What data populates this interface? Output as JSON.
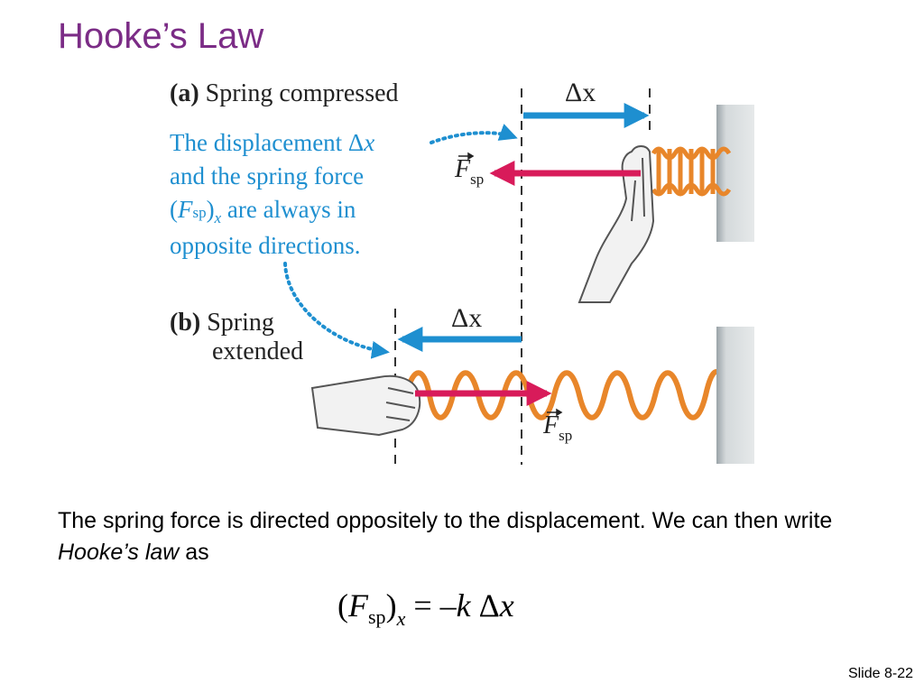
{
  "slide": {
    "title": "Hooke’s Law",
    "slide_number": "Slide 8-22"
  },
  "figure": {
    "panel_a": {
      "letter": "(a)",
      "caption": "Spring compressed",
      "dx_label": "Δx",
      "force_symbol": "F",
      "force_subscript": "sp"
    },
    "panel_b": {
      "letter": "(b)",
      "caption_line1": "Spring",
      "caption_line2": "extended",
      "dx_label": "Δx",
      "force_symbol": "F",
      "force_subscript": "sp"
    },
    "note": {
      "line1_prefix": "The displacement Δ",
      "line1_var": "x",
      "line2": "and the spring force",
      "line3_open": "(",
      "line3_F": "F",
      "line3_sub": "sp",
      "line3_close": ")",
      "line3_x": "x",
      "line3_rest": " are always in",
      "line4": "opposite directions."
    },
    "colors": {
      "displacement_arrow": "#1e8fd0",
      "force_arrow": "#d81b5a",
      "spring": "#e8862a",
      "wall": "#c8ced1",
      "note_text": "#1e8fd0"
    }
  },
  "body": {
    "sentence_part1": "The spring force is directed oppositely to the displacement. We can then write ",
    "sentence_italic": "Hooke’s law",
    "sentence_part2": " as"
  },
  "equation": {
    "open": "(",
    "F": "F",
    "sub": "sp",
    "close": ")",
    "x_sub": "x",
    "rhs_eq": " = –",
    "k": "k",
    "delta": " Δ",
    "x": "x"
  }
}
